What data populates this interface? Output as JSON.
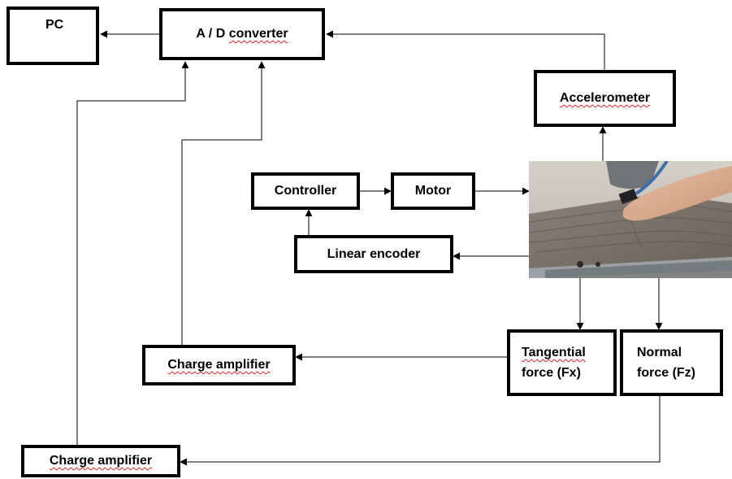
{
  "boxes": {
    "pc": "PC",
    "ad_converter": {
      "prefix": "A / D ",
      "word": "converter"
    },
    "accelerometer": "Accelerometer",
    "controller": "Controller",
    "motor": "Motor",
    "linear_encoder": "Linear encoder",
    "charge_amplifier_1": "Charge amplifier",
    "charge_amplifier_2": "Charge amplifier",
    "tangential_force": {
      "word": "Tangential",
      "line2": "force (Fx)"
    },
    "normal_force": {
      "line1": "Normal",
      "line2": "force (Fz)"
    }
  },
  "photo": {
    "subject": "finger-on-textured-wood-surface"
  }
}
